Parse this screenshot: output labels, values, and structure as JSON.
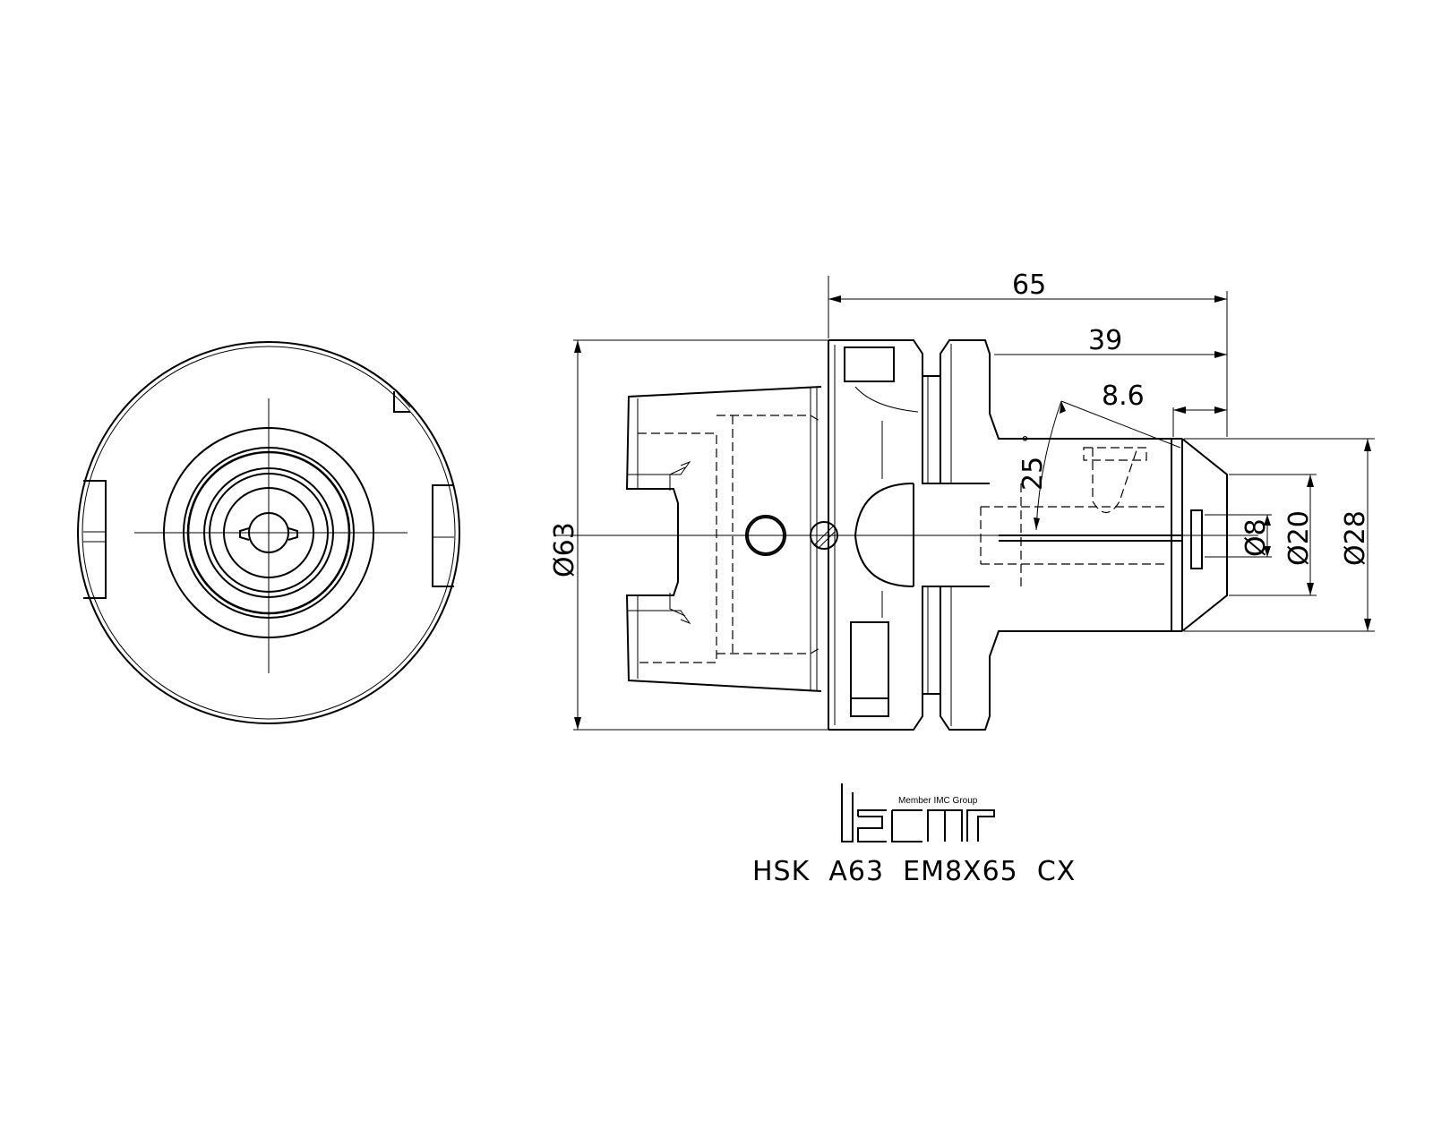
{
  "drawing": {
    "dimensions": {
      "total_length": "65",
      "shank_length": "39",
      "taper_length": "8.6",
      "taper_angle": "25",
      "angle_unit_symbol": "°",
      "flange_diameter": "Ø63",
      "bore_diameter": "Ø8",
      "nose_diameter": "Ø20",
      "body_diameter": "Ø28"
    },
    "logo": {
      "tagline": "Member IMC Group",
      "wordmark": "iscar"
    },
    "model_code": "HSK  A63  EM8X65  CX"
  }
}
